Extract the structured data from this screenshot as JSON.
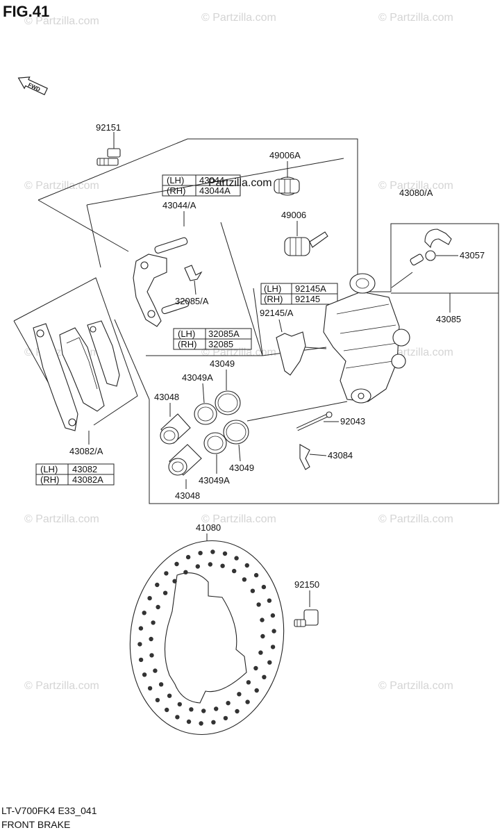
{
  "figure": {
    "title": "FIG.41",
    "model_code": "LT-V700FK4 E33_041",
    "caption": "FRONT BRAKE"
  },
  "direction_icon": {
    "label": "FWD",
    "icon": "fwd-arrow-icon"
  },
  "watermark": {
    "text": "© Partzilla.com",
    "highlight_text": "Partzilla.com"
  },
  "parts": {
    "p92151": "92151",
    "p49006A": "49006A",
    "p43080A": "43080/A",
    "p43044A": "43044/A",
    "p49006": "49006",
    "p43057": "43057",
    "p32085A": "32085/A",
    "p92145A": "92145/A",
    "p43085": "43085",
    "p43049_top": "43049",
    "p43049A_top": "43049A",
    "p43048_top": "43048",
    "p92043": "92043",
    "p43084": "43084",
    "p43082A": "43082/A",
    "p43049_bot": "43049",
    "p43049A_bot": "43049A",
    "p43048_bot": "43048",
    "p41080": "41080",
    "p92150": "92150"
  },
  "tables": {
    "t43044": {
      "lh_side": "(LH)",
      "lh_part": "43044",
      "rh_side": "(RH)",
      "rh_part": "43044A"
    },
    "t92145": {
      "lh_side": "(LH)",
      "lh_part": "92145A",
      "rh_side": "(RH)",
      "rh_part": "92145"
    },
    "t32085": {
      "lh_side": "(LH)",
      "lh_part": "32085A",
      "rh_side": "(RH)",
      "rh_part": "32085"
    },
    "t43082": {
      "lh_side": "(LH)",
      "lh_part": "43082",
      "rh_side": "(RH)",
      "rh_part": "43082A"
    }
  }
}
